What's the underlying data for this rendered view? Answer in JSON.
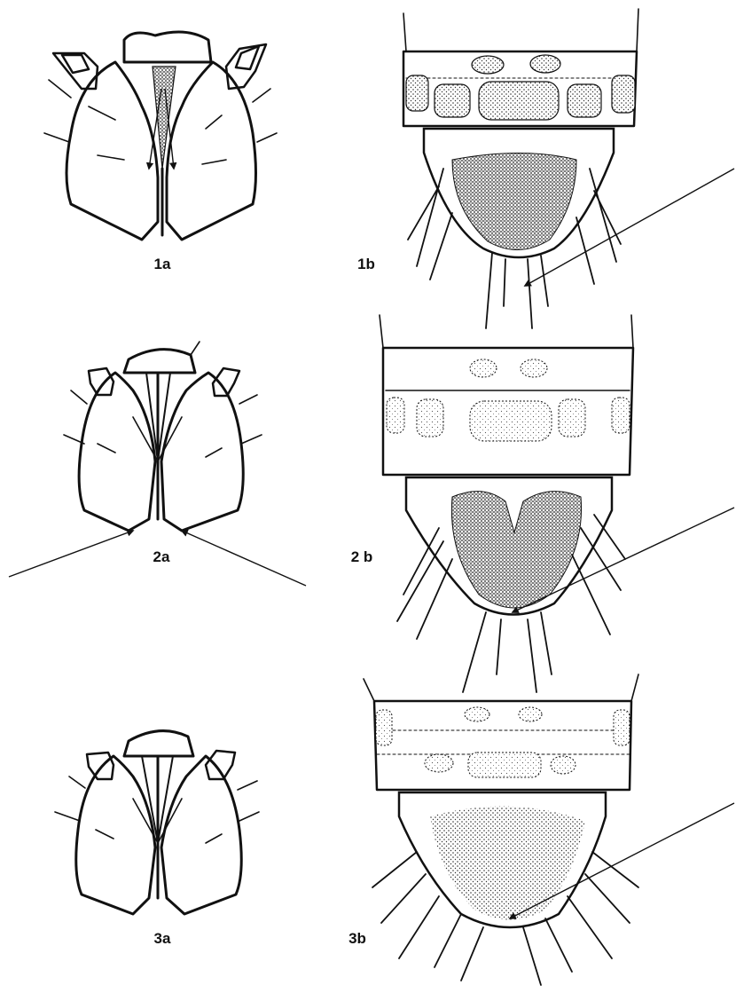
{
  "figure": {
    "panels": [
      {
        "label": "1a",
        "kind": "head"
      },
      {
        "label": "1b",
        "kind": "abdomen"
      },
      {
        "label": "2a",
        "kind": "head"
      },
      {
        "label": "2 b",
        "kind": "abdomen"
      },
      {
        "label": "3a",
        "kind": "head"
      },
      {
        "label": "3b",
        "kind": "abdomen"
      }
    ],
    "colors": {
      "ink": "#111111",
      "background": "#ffffff"
    }
  }
}
